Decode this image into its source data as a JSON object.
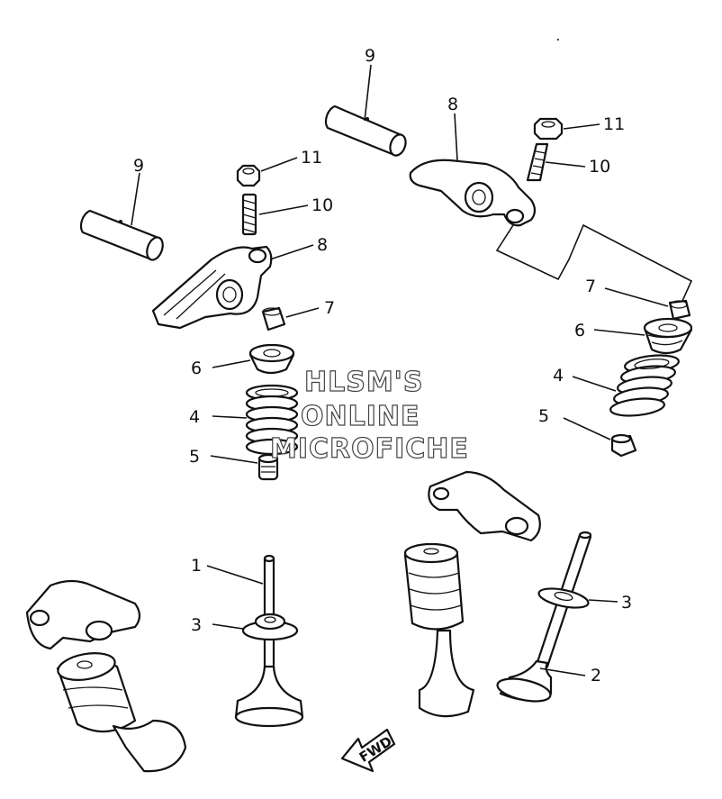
{
  "labels": {
    "pin_left": "9",
    "pin_right": "9",
    "arm_left": "8",
    "arm_right": "8",
    "nut_left": "11",
    "nut_right": "11",
    "screw_left": "10",
    "screw_right": "10",
    "keeper_left": "7",
    "keeper_right": "7",
    "retainer_left": "6",
    "retainer_right": "6",
    "spring_left": "4",
    "spring_right": "4",
    "seal_left": "5",
    "seal_right": "5",
    "valve_intake": "1",
    "valve_exhaust": "2",
    "seat_left": "3",
    "seat_right": "3"
  },
  "watermark": {
    "line1": "HLSM'S",
    "line2": "ONLINE",
    "line3": "MICROFICHE"
  },
  "direction_arrow": "FWD"
}
